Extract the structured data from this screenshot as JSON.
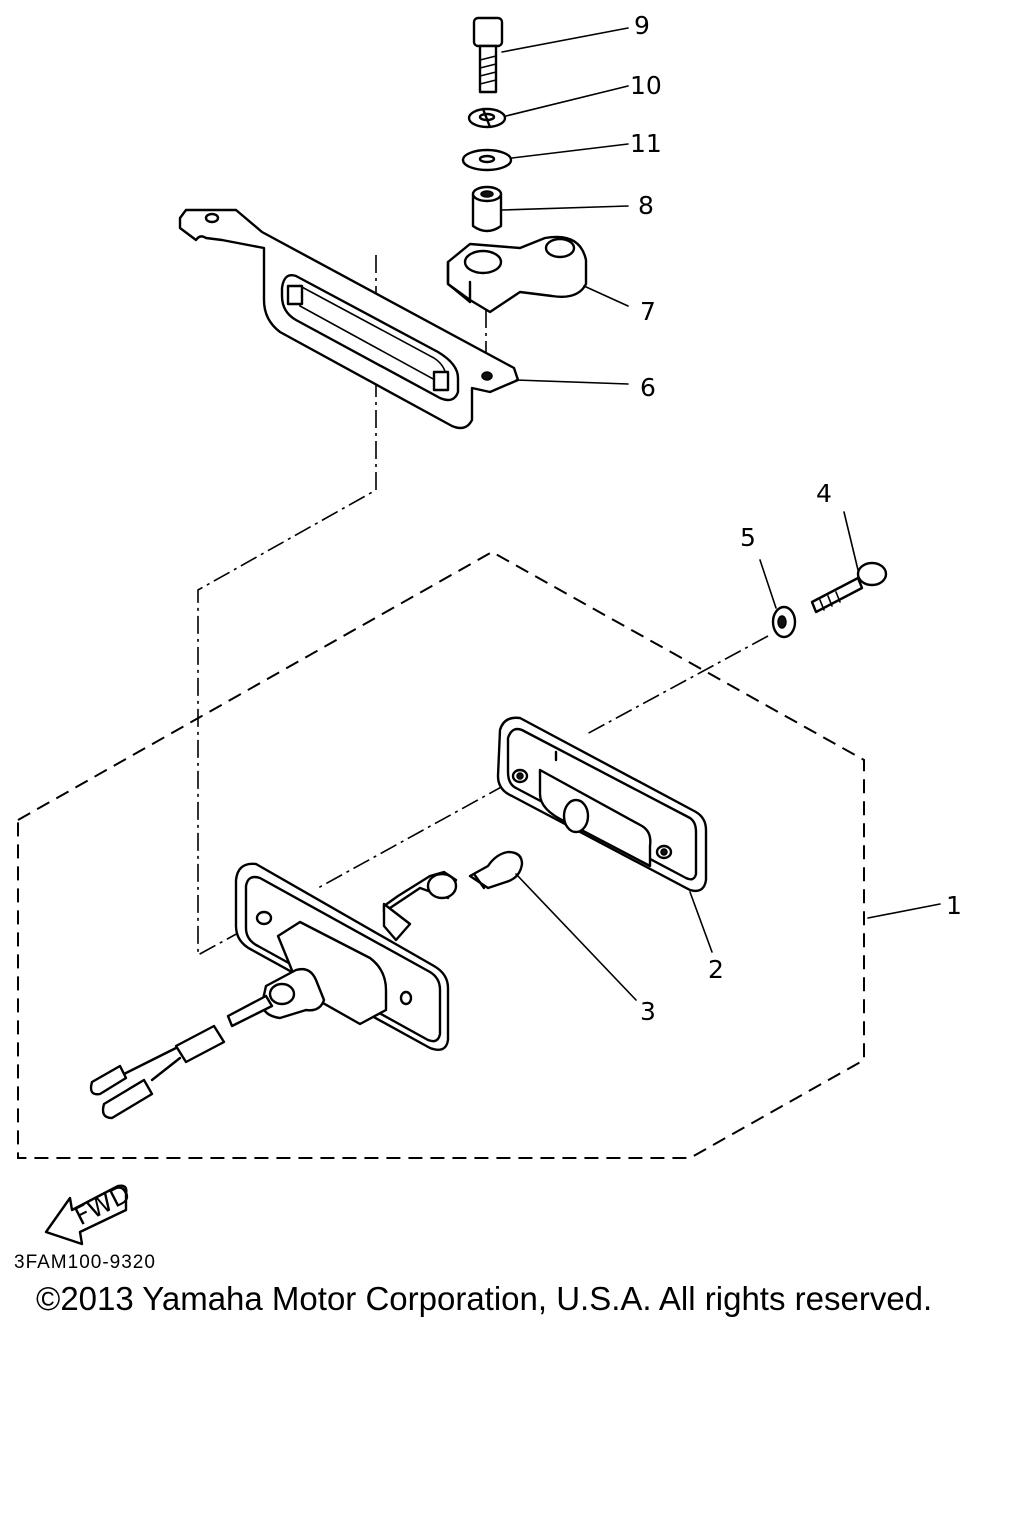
{
  "callouts": {
    "p1": "1",
    "p2": "2",
    "p3": "3",
    "p4": "4",
    "p5": "5",
    "p6": "6",
    "p7": "7",
    "p8": "8",
    "p9": "9",
    "p10": "10",
    "p11": "11"
  },
  "fwd_label": "FWD",
  "catalog_code": "3FAM100-9320",
  "copyright": "©2013 Yamaha Motor Corporation, U.S.A. All rights reserved."
}
